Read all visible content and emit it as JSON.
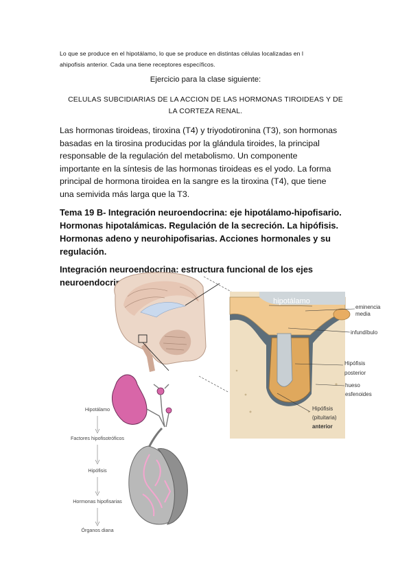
{
  "intro": {
    "line1": "Lo que se produce en el hipotálamo, lo que se produce en distintas células localizadas en l",
    "line2": "ahipofisis anterior. Cada una tiene receptores específicos."
  },
  "exercise_heading": "Ejercicio para la clase siguiente:",
  "title": {
    "line1": "CELULAS SUBCIDIARIAS DE LA ACCION DE LAS HORMONAS TIROIDEAS Y DE",
    "line2": "LA CORTEZA RENAL."
  },
  "paragraph": [
    "Las hormonas tiroideas, tiroxina (T4) y triyodotironina (T3), son hormonas",
    "basadas en la tirosina producidas por la glándula tiroides, la principal",
    "responsable de la regulación del metabolismo. Un componente",
    "importante en la síntesis de las hormonas tiroideas es el yodo. La forma",
    "principal de hormona tiroidea en la sangre es la tiroxina (T4), que tiene",
    "una semivida más larga que la T3."
  ],
  "tema": [
    "Tema 19 B- Integración neuroendocrina: eje hipotálamo-hipofisario.",
    "Hormonas hipotalámicas. Regulación de la secreción. La hipófisis.",
    "Hormonas adeno y neurohipofisarias. Acciones hormonales y su",
    "regulación."
  ],
  "integracion": [
    "Integración neuroendocrina: estructura funcional de los ejes",
    "neuroendocrinos."
  ],
  "figure": {
    "hipotalamo": "hipotálamo",
    "eminencia1": "eminencia",
    "eminencia2": "media",
    "infundibulo": "infundíbulo",
    "hip_post1": "Hipófisis",
    "hip_post2": "posterior",
    "hueso1": "hueso",
    "hueso2": "esfenoides",
    "hip_ant1": "Hipófisis",
    "hip_ant2": "(pituitaria)",
    "hip_ant3": "anterior",
    "colors": {
      "bone": "#eedcb8",
      "tissue": "#f1c990",
      "pink": "#d866a8",
      "gray": "#9a9a9a"
    }
  },
  "flow": [
    "Hipotálamo",
    "Factores hipofisotróficos",
    "Hipófisis",
    "Hormonas hipofisarias",
    "Órganos diana"
  ]
}
